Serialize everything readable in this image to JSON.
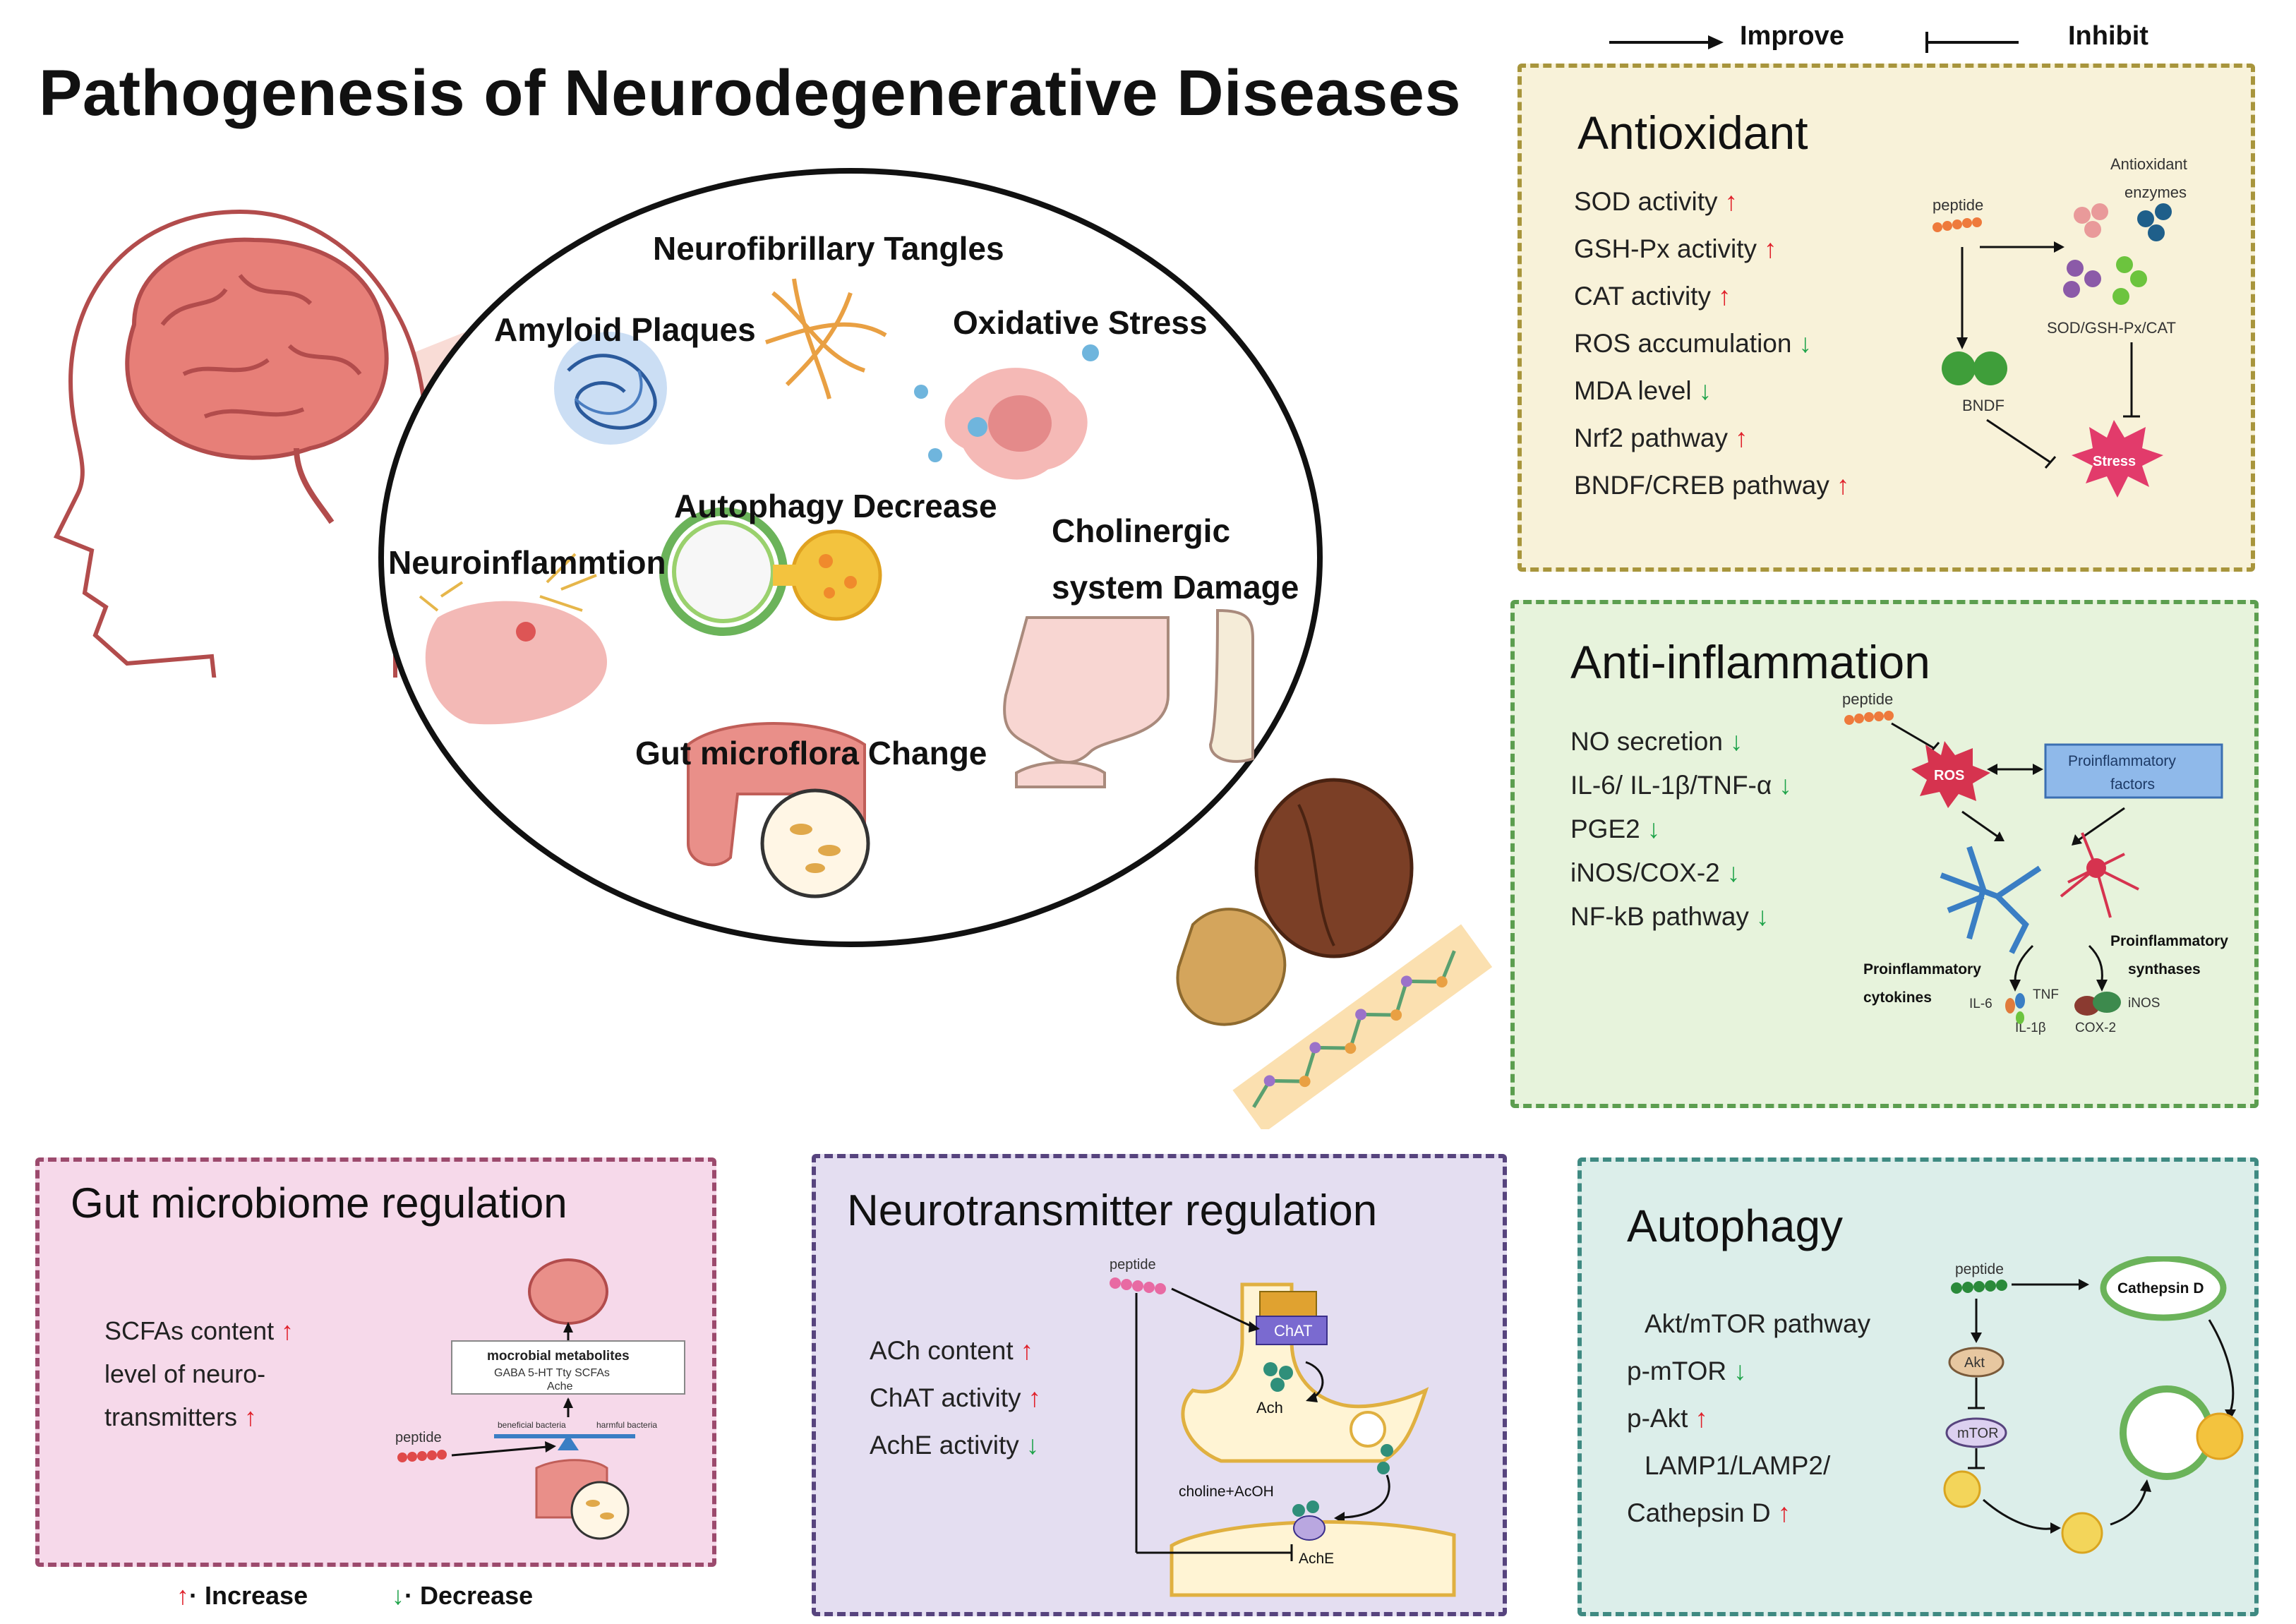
{
  "title": "Pathogenesis of Neurodegenerative Diseases",
  "legend_top": {
    "improve": "Improve",
    "inhibit": "Inhibit"
  },
  "legend_bottom": {
    "increase": "· Increase",
    "decrease": "· Decrease"
  },
  "arrows": {
    "up": "↑",
    "down": "↓"
  },
  "circle": {
    "neurofibrillary": "Neurofibrillary Tangles",
    "amyloid": "Amyloid Plaques",
    "oxidative": "Oxidative Stress",
    "autophagy": "Autophagy Decrease",
    "neuroinflammation": "Neuroinflammtion",
    "cholinergic1": "Cholinergic",
    "cholinergic2": "system Damage",
    "gut": "Gut microflora Change"
  },
  "antioxidant": {
    "title": "Antioxidant",
    "items": [
      {
        "label": "SOD activity",
        "dir": "up"
      },
      {
        "label": "GSH-Px activity",
        "dir": "up"
      },
      {
        "label": "CAT activity",
        "dir": "up"
      },
      {
        "label": "ROS accumulation",
        "dir": "down"
      },
      {
        "label": "MDA level",
        "dir": "down"
      },
      {
        "label": "Nrf2 pathway",
        "dir": "up"
      },
      {
        "label": "BNDF/CREB pathway",
        "dir": "up"
      }
    ],
    "diagram": {
      "peptide": "peptide",
      "enzymes1": "Antioxidant",
      "enzymes2": "enzymes",
      "sod": "SOD/GSH-Px/CAT",
      "bndf": "BNDF",
      "stress": "Stress"
    }
  },
  "antiinflammation": {
    "title": "Anti-inflammation",
    "items": [
      {
        "label": "NO secretion",
        "dir": "down"
      },
      {
        "label": "IL-6/ IL-1β/TNF-α",
        "dir": "down"
      },
      {
        "label": "PGE2",
        "dir": "down"
      },
      {
        "label": "iNOS/COX-2",
        "dir": "down"
      },
      {
        "label": "NF-kB pathway",
        "dir": "down"
      }
    ],
    "diagram": {
      "peptide": "peptide",
      "ros": "ROS",
      "factors1": "Proinflammatory",
      "factors2": "factors",
      "cytokines1": "Proinflammatory",
      "cytokines2": "cytokines",
      "synthases1": "Proinflammatory",
      "synthases2": "synthases",
      "il6": "IL-6",
      "tnf": "TNF",
      "il1b": "IL-1β",
      "inos": "iNOS",
      "cox2": "COX-2"
    }
  },
  "gut": {
    "title": "Gut microbiome regulation",
    "items": [
      {
        "label": "SCFAs content",
        "dir": "up"
      },
      {
        "label": "level of neuro-",
        "dir": ""
      },
      {
        "label": "transmitters",
        "dir": "up"
      }
    ],
    "diagram": {
      "metab1": "mocrobial metabolites",
      "metab2": "GABA 5-HT Tty SCFAs",
      "metab3": "Ache",
      "beneficial": "beneficial bacteria",
      "harmful": "harmful bacteria",
      "peptide": "peptide"
    }
  },
  "neuro": {
    "title": "Neurotransmitter regulation",
    "items": [
      {
        "label": "ACh content",
        "dir": "up"
      },
      {
        "label": "ChAT activity",
        "dir": "up"
      },
      {
        "label": "AchE activity",
        "dir": "down"
      }
    ],
    "diagram": {
      "peptide": "peptide",
      "chat": "ChAT",
      "ach": "Ach",
      "choline": "choline+AcOH",
      "ache": "AchE"
    }
  },
  "autophagy": {
    "title": "Autophagy",
    "items": [
      {
        "label": "Akt/mTOR pathway",
        "dir": ""
      },
      {
        "label": "p-mTOR",
        "dir": "down"
      },
      {
        "label": "p-Akt",
        "dir": "up"
      },
      {
        "label": "LAMP1/LAMP2/",
        "dir": ""
      },
      {
        "label": "Cathepsin D",
        "dir": "up"
      }
    ],
    "diagram": {
      "peptide": "peptide",
      "akt": "Akt",
      "mtor": "mTOR",
      "cathepsin": "Cathepsin D"
    }
  },
  "colors": {
    "up": "#e0202a",
    "down": "#1fa34a",
    "antioxidant_bg": "#f8f2d9",
    "inflam_bg": "#e7f3dc",
    "gut_bg": "#f6d9ea",
    "neuro_bg": "#e4def1",
    "autophagy_bg": "#dceeea"
  }
}
